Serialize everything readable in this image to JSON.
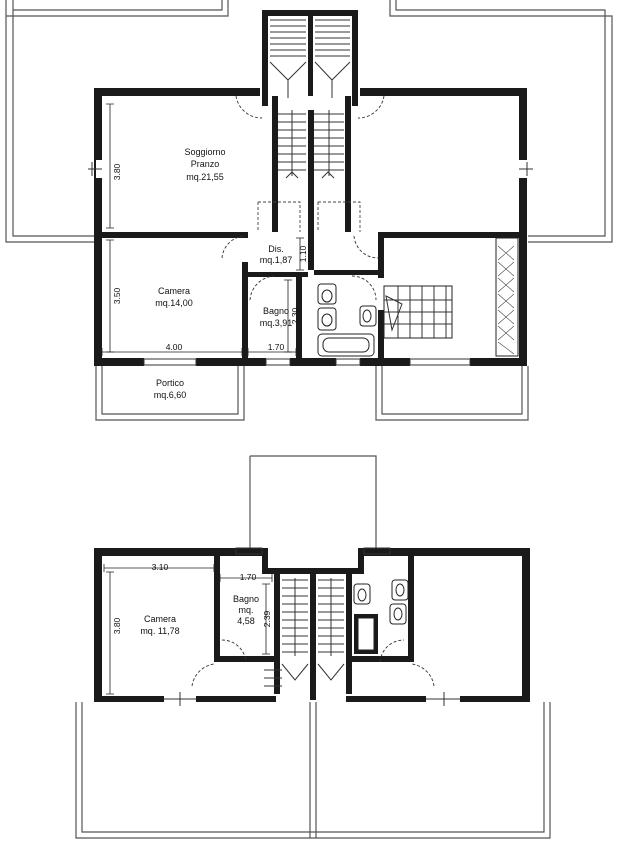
{
  "ground_floor": {
    "soggiorno": {
      "name1": "Soggiorno",
      "name2": "Pranzo",
      "area": "mq.21,55",
      "dim": "3.80"
    },
    "dis": {
      "name": "Dis.",
      "area": "mq.1,87",
      "dim": "1.10"
    },
    "camera": {
      "name": "Camera",
      "area": "mq.14,00",
      "dim_h": "3.50",
      "dim_w": "4.00"
    },
    "bagno": {
      "name": "Bagno",
      "area": "mq.3,91",
      "dim_h": "2.30",
      "dim_w": "1.70"
    },
    "portico": {
      "name": "Portico",
      "area": "mq.6,60"
    }
  },
  "upper_floor": {
    "camera": {
      "name": "Camera",
      "area": "mq. 11,78",
      "dim_w": "3.10",
      "dim_h": "3.80"
    },
    "bagno": {
      "name": "Bagno",
      "area_label": "mq.",
      "area": "4,58",
      "dim_w": "1.70",
      "dim_h": "2.39"
    }
  }
}
